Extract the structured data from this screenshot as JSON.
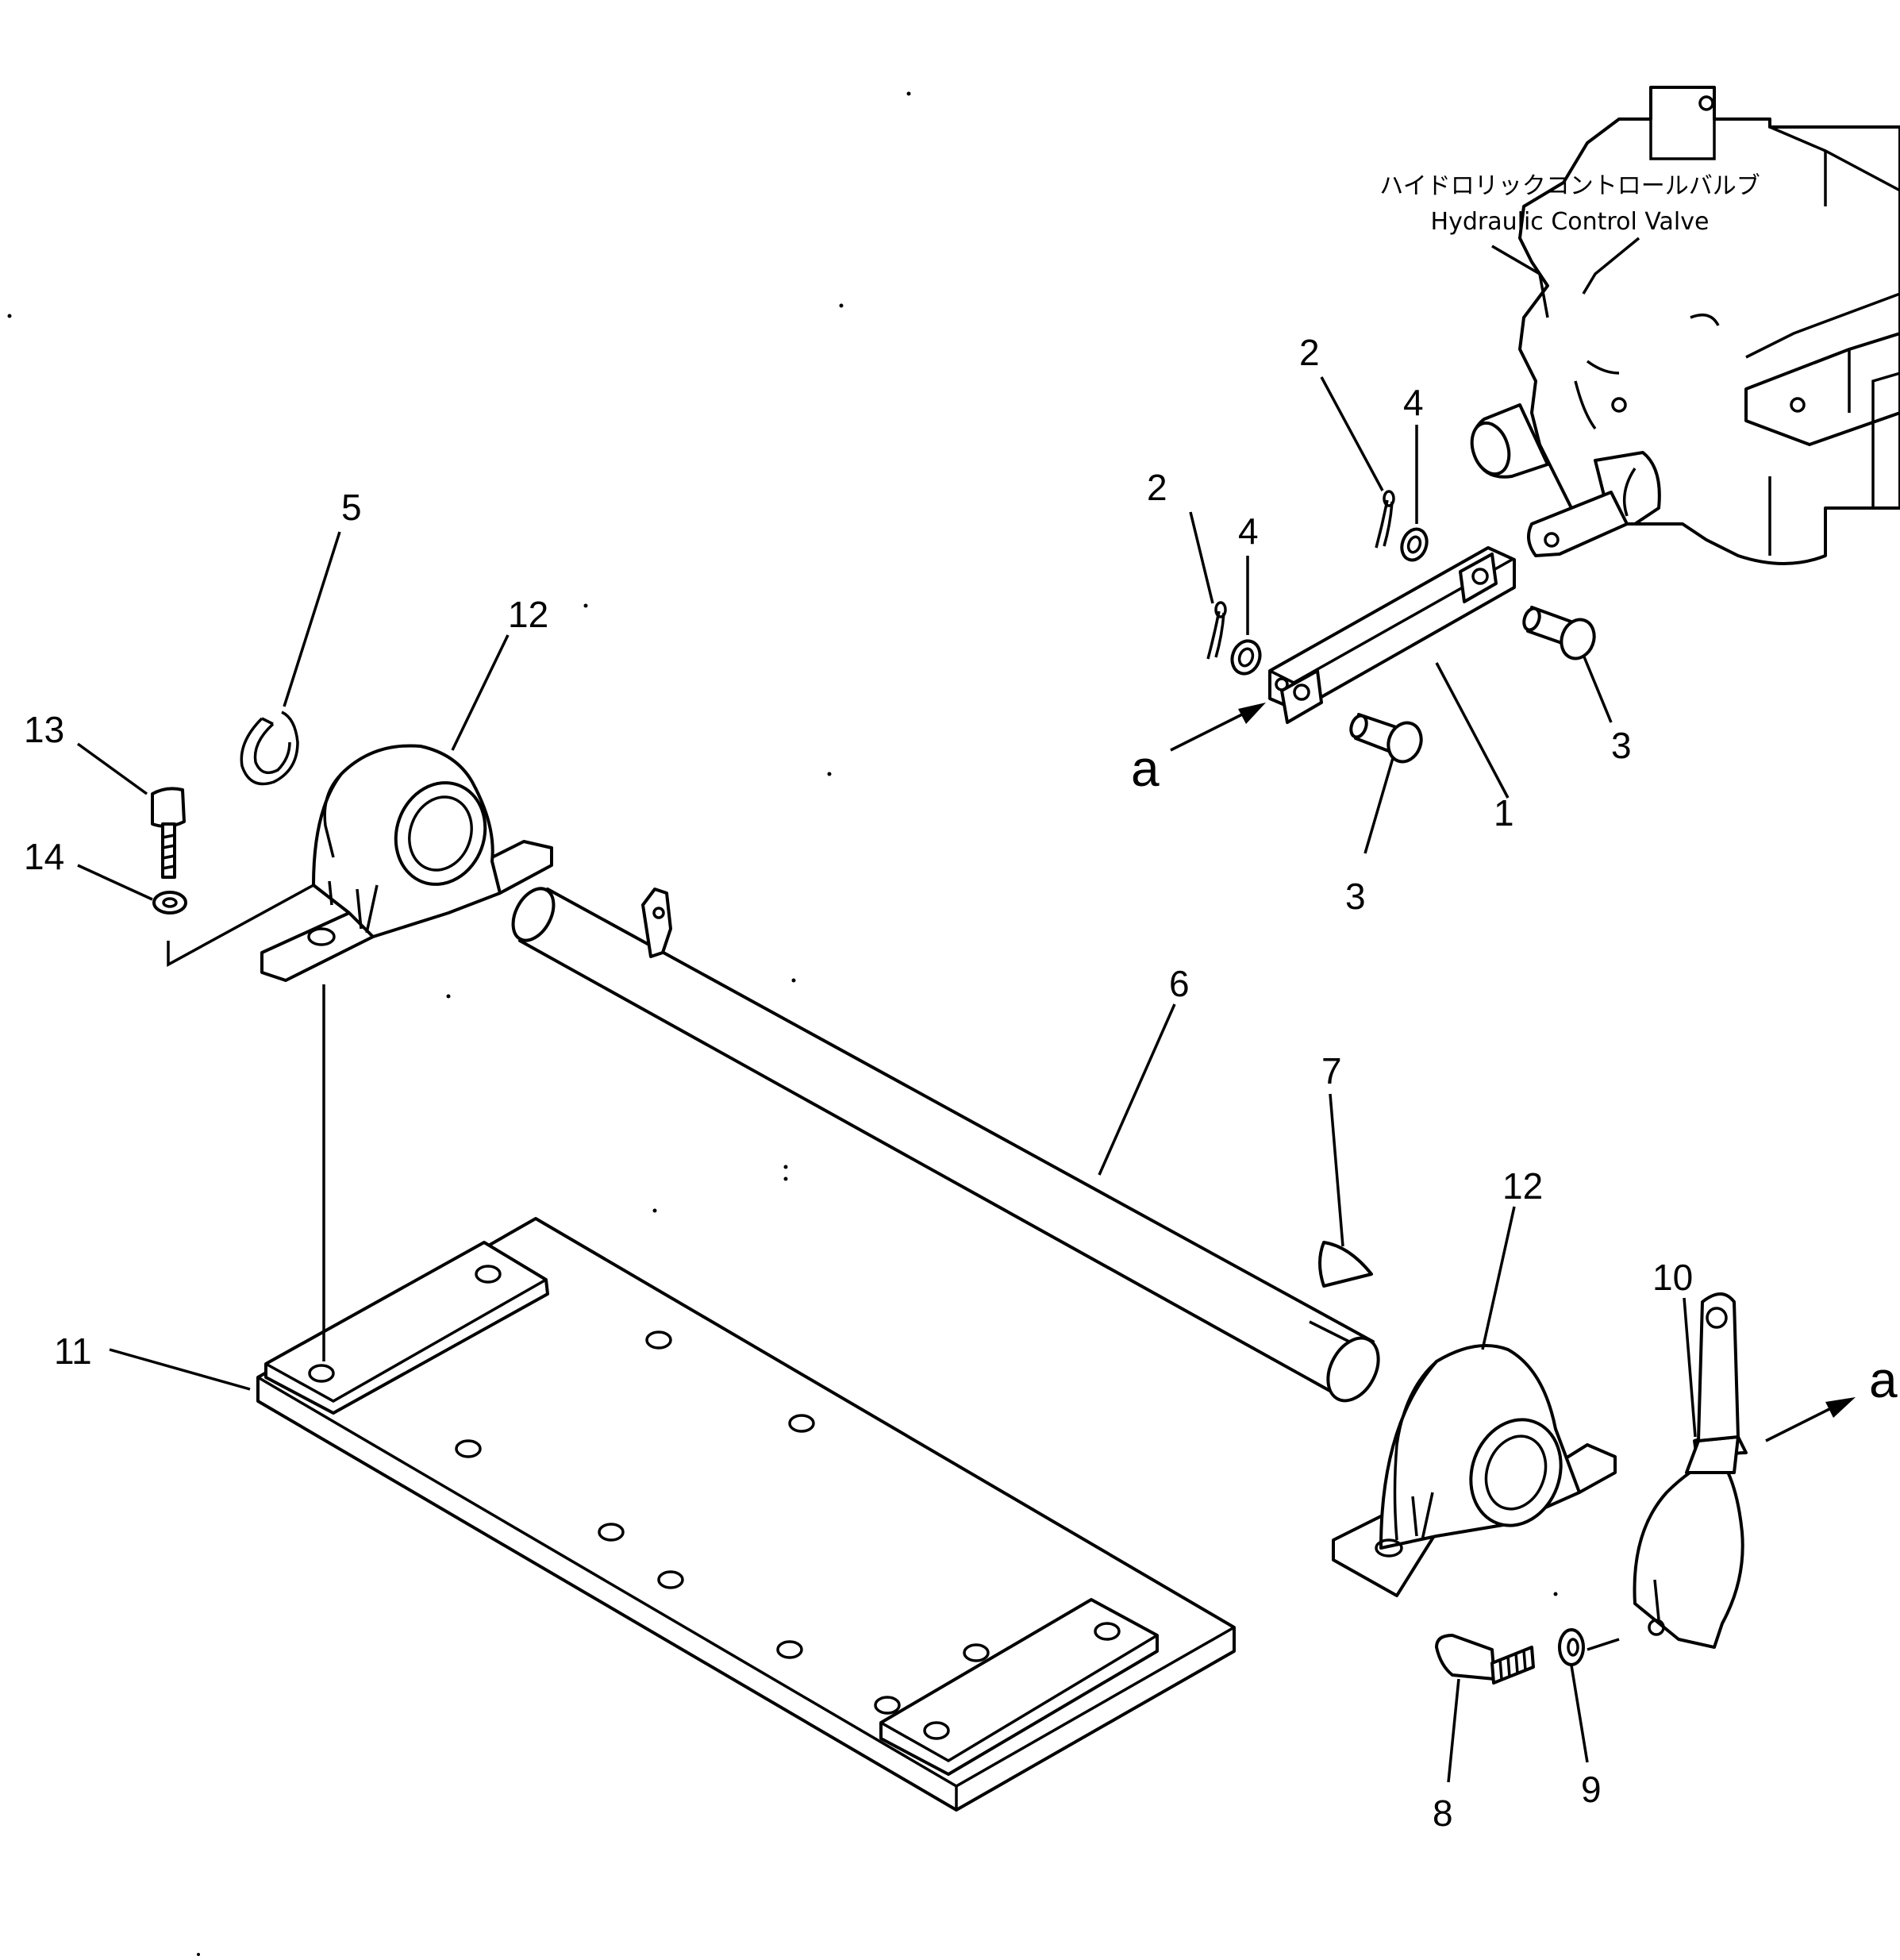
{
  "callouts": {
    "c1": "1",
    "c2a": "2",
    "c2b": "2",
    "c3a": "3",
    "c3b": "3",
    "c4a": "4",
    "c4b": "4",
    "c5": "5",
    "c6": "6",
    "c7": "7",
    "c8": "8",
    "c9": "9",
    "c10": "10",
    "c11": "11",
    "c12a": "12",
    "c12b": "12",
    "c13": "13",
    "c14": "14"
  },
  "arrow_labels": {
    "a_left": "a",
    "a_right": "a"
  },
  "valve_caption": {
    "japanese": "ハイドロリックコントロールバルブ",
    "english": "Hydraulic Control Valve"
  }
}
